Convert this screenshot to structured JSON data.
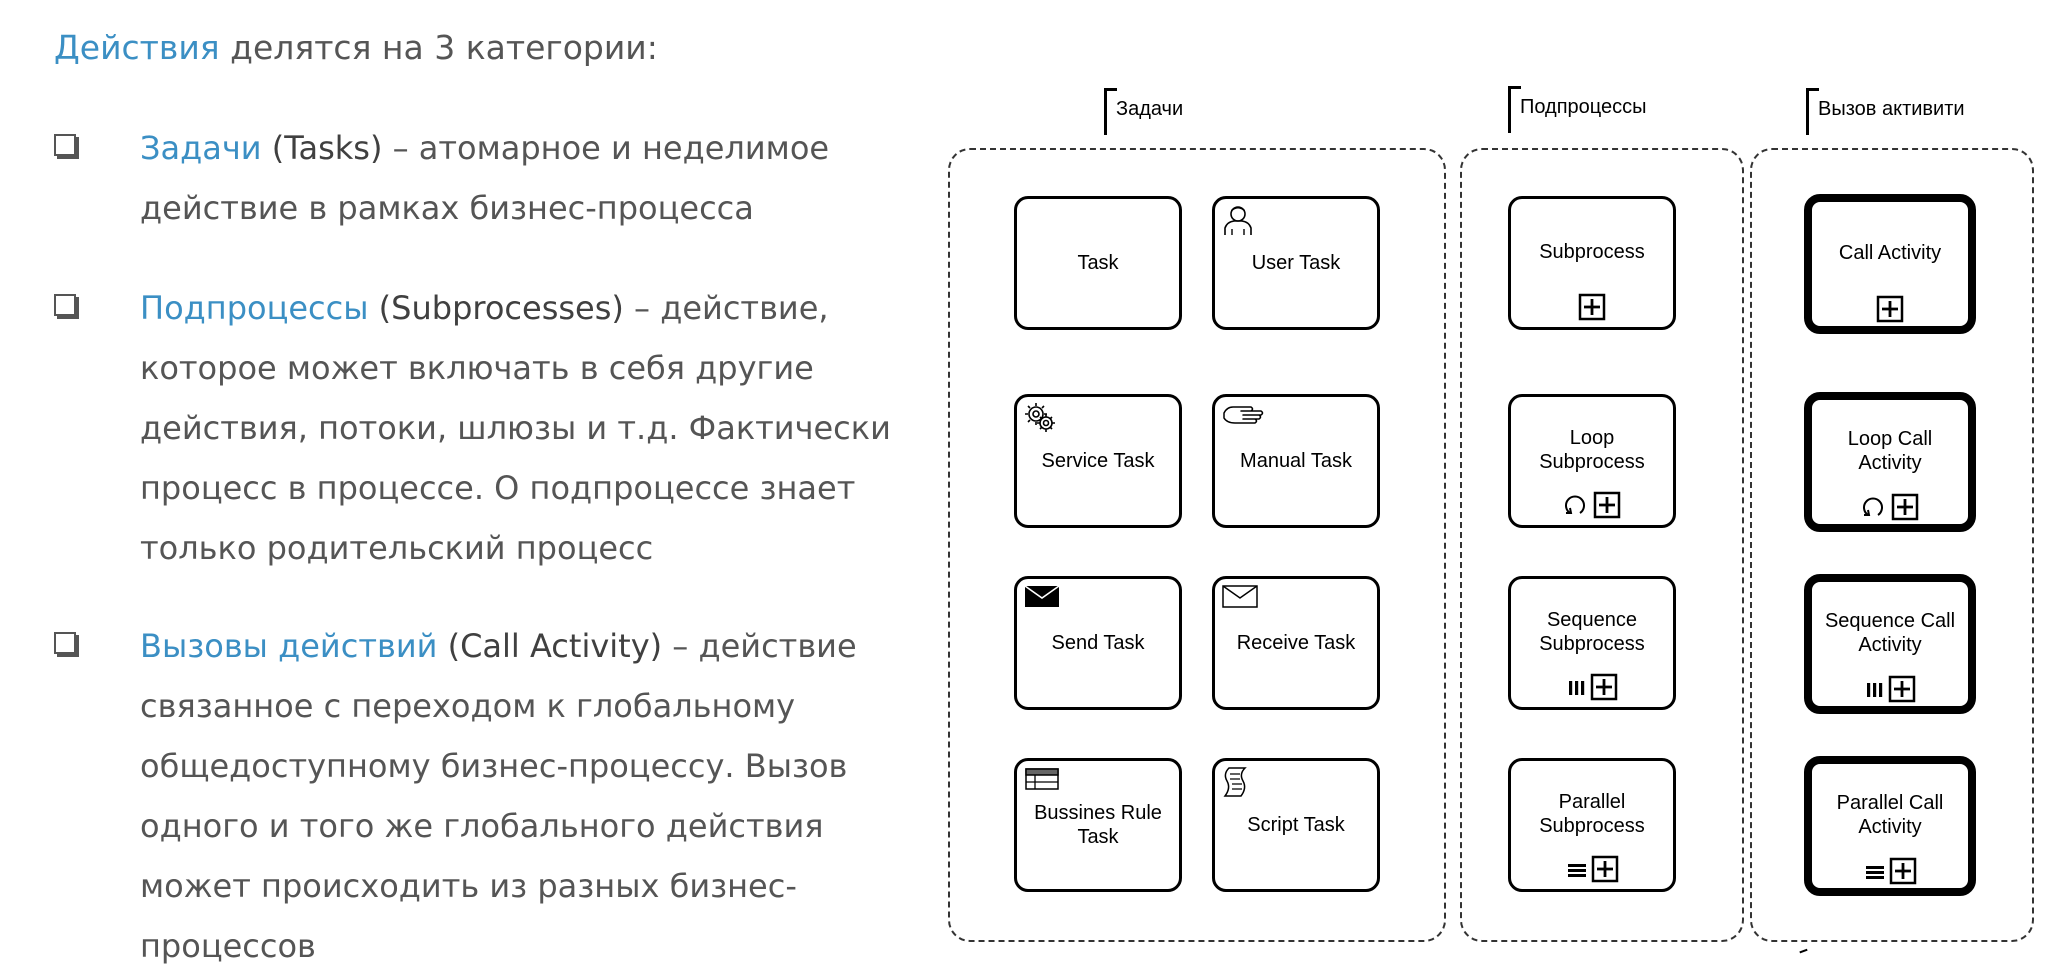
{
  "intro": {
    "highlight": "Действия",
    "rest": " делятся на 3 категории:"
  },
  "bullets": [
    {
      "highlight": "Задачи",
      "term": " (Tasks)",
      "text": " – атомарное и неделимое действие в рамках бизнес-процесса"
    },
    {
      "highlight": "Подпроцессы",
      "term": " (Subprocesses)",
      "text": " – действие, которое может включать в себя другие действия, потоки, шлюзы и т.д. Фактически процесс в процессе. О подпроцессе знает только родительский процесс"
    },
    {
      "highlight": "Вызовы действий",
      "term": " (Call Activity)",
      "text": " – действие связанное с переходом к глобальному общедоступному бизнес-процессу. Вызов одного и того же глобального действия может происходить из разных бизнес-процессов"
    }
  ],
  "diagram": {
    "sections": [
      {
        "label": "Задачи",
        "items": [
          {
            "label": "Task",
            "icon": ""
          },
          {
            "label": "User Task",
            "icon": "user-icon"
          },
          {
            "label": "Service Task",
            "icon": "gears-icon"
          },
          {
            "label": "Manual Task",
            "icon": "hand-icon"
          },
          {
            "label": "Send Task",
            "icon": "envelope-filled-icon"
          },
          {
            "label": "Receive Task",
            "icon": "envelope-outline-icon"
          },
          {
            "label": "Bussines Rule\nTask",
            "icon": "table-icon"
          },
          {
            "label": "Script Task",
            "icon": "script-icon"
          }
        ]
      },
      {
        "label": "Подпроцессы",
        "items": [
          {
            "label": "Subprocess",
            "markers": [
              "plus"
            ]
          },
          {
            "label": "Loop\nSubprocess",
            "markers": [
              "loop",
              "plus"
            ]
          },
          {
            "label": "Sequence\nSubprocess",
            "markers": [
              "parallel",
              "plus"
            ]
          },
          {
            "label": "Parallel\nSubprocess",
            "markers": [
              "sequential",
              "plus"
            ]
          }
        ]
      },
      {
        "label": "Вызов активити",
        "items": [
          {
            "label": "Call Activity",
            "markers": [
              "plus"
            ]
          },
          {
            "label": "Loop Call\nActivity",
            "markers": [
              "loop",
              "plus"
            ]
          },
          {
            "label": "Sequence Call\nActivity",
            "markers": [
              "parallel",
              "plus"
            ]
          },
          {
            "label": "Parallel Call\nActivity",
            "markers": [
              "sequential",
              "plus"
            ]
          }
        ]
      }
    ]
  }
}
